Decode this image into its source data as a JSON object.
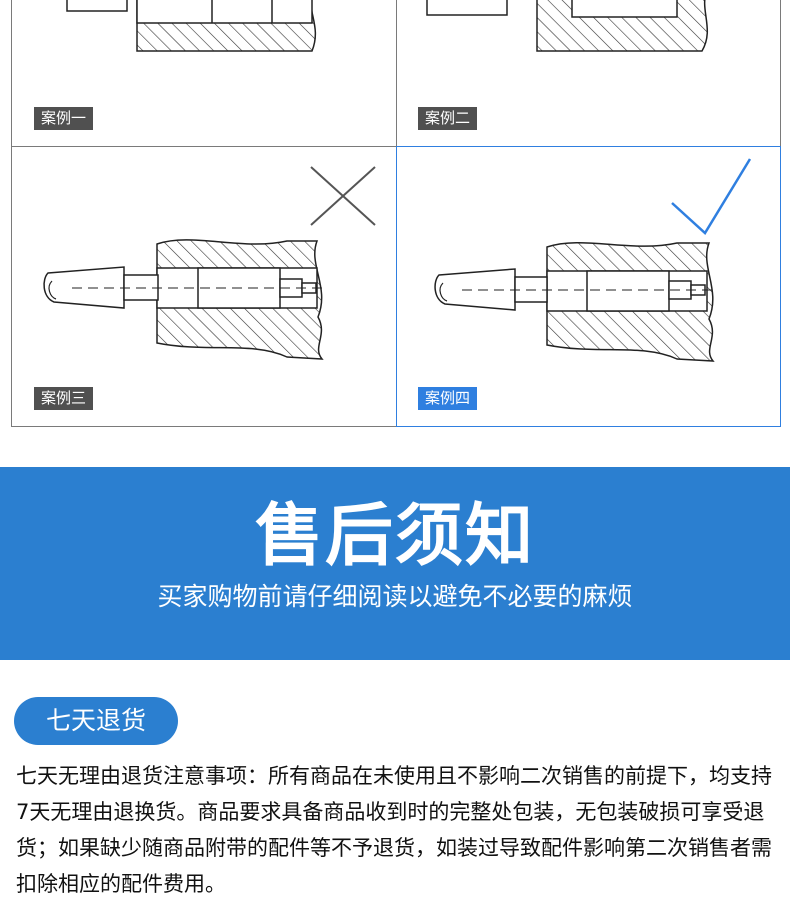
{
  "cases": [
    {
      "label": "案例一",
      "mark": "none"
    },
    {
      "label": "案例二",
      "mark": "none"
    },
    {
      "label": "案例三",
      "mark": "cross-icon"
    },
    {
      "label": "案例四",
      "mark": "check-icon"
    }
  ],
  "banner": {
    "title": "售后须知",
    "subtitle": "买家购物前请仔细阅读以避免不必要的麻烦"
  },
  "notice": {
    "tag": "七天退货",
    "text": "七天无理由退货注意事项：所有商品在未使用且不影响二次销售的前提下，均支持7天无理由退换货。商品要求具备商品收到时的完整处包装，无包装破损可享受退货；如果缺少随商品附带的配件等不予退货，如装过导致配件影响第二次销售者需扣除相应的配件费用。"
  },
  "colors": {
    "accent": "#2b7fd0",
    "label_dark": "#505050",
    "label_blue": "#2f7fe0",
    "frame": "#7a7a7a"
  }
}
